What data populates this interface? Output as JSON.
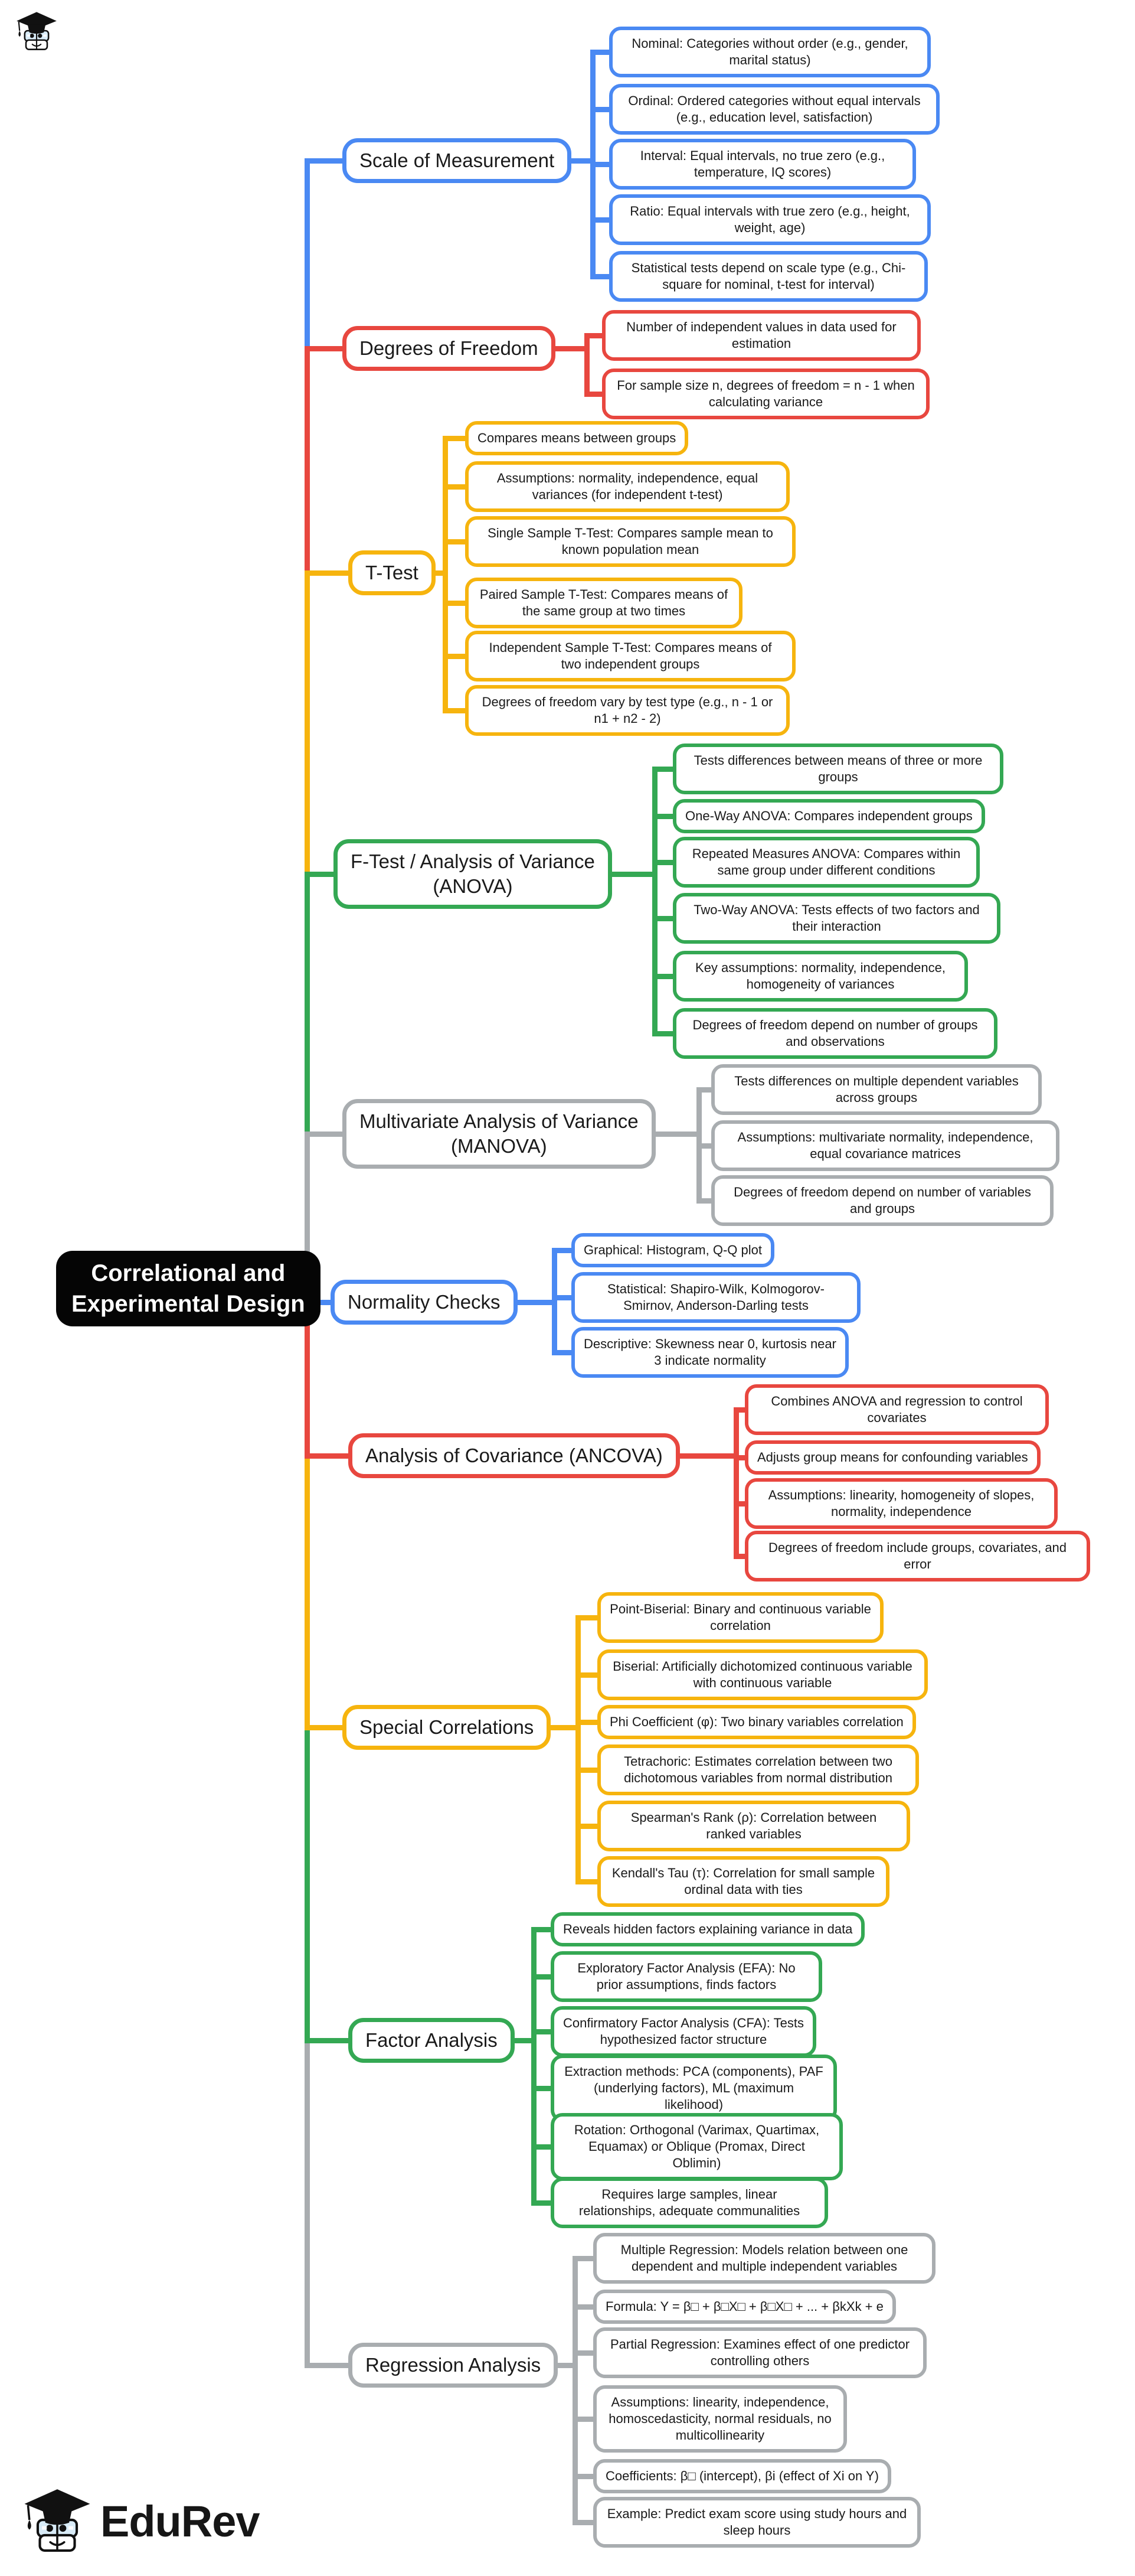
{
  "title": "Correlational and\nExperimental Design",
  "logo": {
    "text": "EduRev",
    "icon": "edurev-mascot-icon"
  },
  "corner_icon": "edurev-mascot-icon",
  "colors": {
    "blue": "#4a89f3",
    "red": "#e8473f",
    "yellow": "#f6b40e",
    "green": "#34a853",
    "gray": "#a9adb0",
    "center_bg": "#050505",
    "center_text": "#ffffff"
  },
  "branches": [
    {
      "label": "Scale of Measurement",
      "color": "blue",
      "leaves": [
        "Nominal: Categories without order (e.g., gender, marital status)",
        "Ordinal: Ordered categories without equal intervals (e.g., education level, satisfaction)",
        "Interval: Equal intervals, no true zero (e.g., temperature, IQ scores)",
        "Ratio: Equal intervals with true zero (e.g., height, weight, age)",
        "Statistical tests depend on scale type (e.g., Chi-square for nominal, t-test for interval)"
      ]
    },
    {
      "label": "Degrees of Freedom",
      "color": "red",
      "leaves": [
        "Number of independent values in data used for estimation",
        "For sample size n, degrees of freedom = n - 1 when calculating variance"
      ]
    },
    {
      "label": "T-Test",
      "color": "yellow",
      "leaves": [
        "Compares means between groups",
        "Assumptions: normality, independence, equal variances (for independent t-test)",
        "Single Sample T-Test: Compares sample mean to known population mean",
        "Paired Sample T-Test: Compares means of the same group at two times",
        "Independent Sample T-Test: Compares means of two independent groups",
        "Degrees of freedom vary by test type (e.g., n - 1 or n1 + n2 - 2)"
      ]
    },
    {
      "label": "F-Test / Analysis of Variance\n(ANOVA)",
      "color": "green",
      "leaves": [
        "Tests differences between means of three or more groups",
        "One-Way ANOVA: Compares independent groups",
        "Repeated Measures ANOVA: Compares within same group under different conditions",
        "Two-Way ANOVA: Tests effects of two factors and their interaction",
        "Key assumptions: normality, independence, homogeneity of variances",
        "Degrees of freedom depend on number of groups and observations"
      ]
    },
    {
      "label": "Multivariate Analysis of Variance\n(MANOVA)",
      "color": "gray",
      "leaves": [
        "Tests differences on multiple dependent variables across groups",
        "Assumptions: multivariate normality, independence, equal covariance matrices",
        "Degrees of freedom depend on number of variables and groups"
      ]
    },
    {
      "label": "Normality Checks",
      "color": "blue",
      "leaves": [
        "Graphical: Histogram, Q-Q plot",
        "Statistical: Shapiro-Wilk, Kolmogorov-Smirnov, Anderson-Darling tests",
        "Descriptive: Skewness near 0, kurtosis near 3 indicate normality"
      ]
    },
    {
      "label": "Analysis of Covariance (ANCOVA)",
      "color": "red",
      "leaves": [
        "Combines ANOVA and regression to control covariates",
        "Adjusts group means for confounding variables",
        "Assumptions: linearity, homogeneity of slopes, normality, independence",
        "Degrees of freedom include groups, covariates, and error"
      ]
    },
    {
      "label": "Special Correlations",
      "color": "yellow",
      "leaves": [
        "Point-Biserial: Binary and continuous variable correlation",
        "Biserial: Artificially dichotomized continuous variable with continuous variable",
        "Phi Coefficient (φ): Two binary variables correlation",
        "Tetrachoric: Estimates correlation between two dichotomous variables from normal distribution",
        "Spearman's Rank (ρ): Correlation between ranked variables",
        "Kendall's Tau (τ): Correlation for small sample ordinal data with ties"
      ]
    },
    {
      "label": "Factor Analysis",
      "color": "green",
      "leaves": [
        "Reveals hidden factors explaining variance in data",
        "Exploratory Factor Analysis (EFA): No prior assumptions, finds factors",
        "Confirmatory Factor Analysis (CFA): Tests hypothesized factor structure",
        "Extraction methods: PCA (components), PAF (underlying factors), ML (maximum likelihood)",
        "Rotation: Orthogonal (Varimax, Quartimax, Equamax) or Oblique (Promax, Direct Oblimin)",
        "Requires large samples, linear relationships, adequate communalities"
      ]
    },
    {
      "label": "Regression Analysis",
      "color": "gray",
      "leaves": [
        "Multiple Regression: Models relation between one dependent and multiple independent variables",
        "Formula: Y = β□ + β□X□ + β□X□ + ... + βkXk + e",
        "Partial Regression: Examines effect of one predictor controlling others",
        "Assumptions: linearity, independence, homoscedasticity, normal residuals, no multicollinearity",
        "Coefficients: β□ (intercept), βi (effect of Xi on Y)",
        "Example: Predict exam score using study hours and sleep hours"
      ]
    }
  ]
}
